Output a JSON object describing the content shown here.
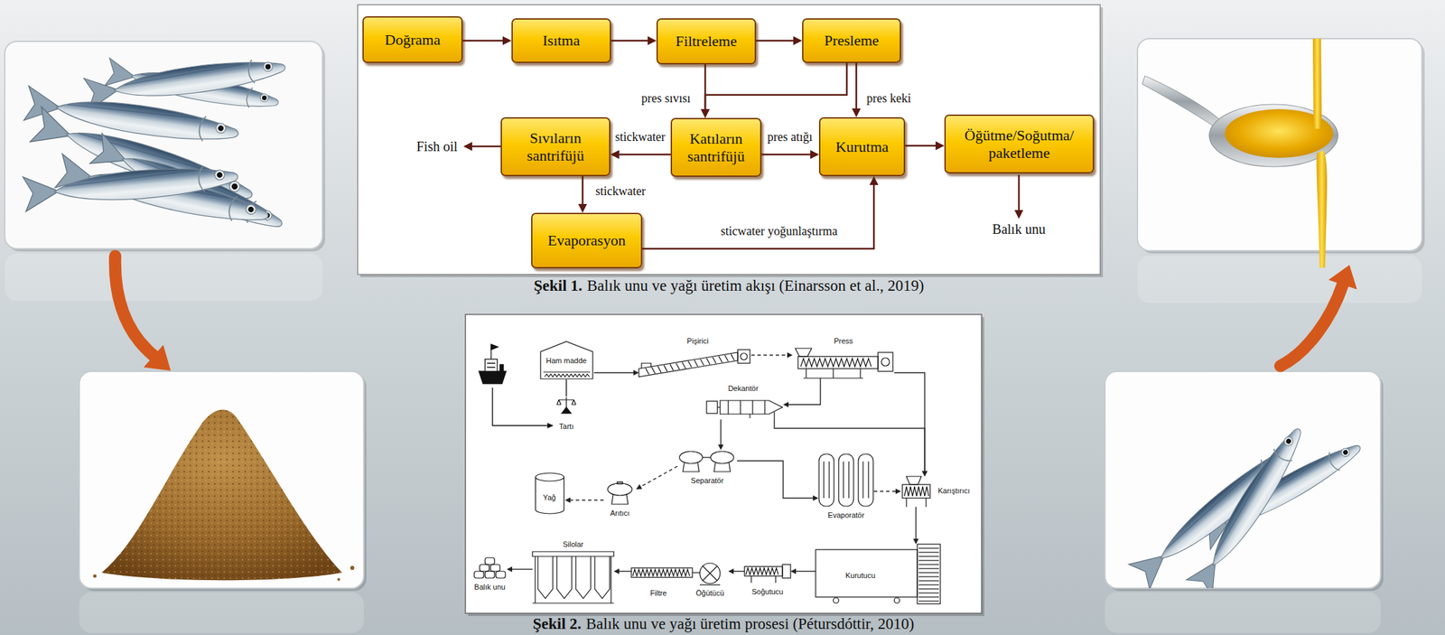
{
  "diagram": {
    "nodes": [
      {
        "text": [
          "Doğrama"
        ]
      },
      {
        "text": [
          "Isıtma"
        ]
      },
      {
        "text": [
          "Filtreleme"
        ]
      },
      {
        "text": [
          "Presleme"
        ]
      },
      {
        "text": [
          "Sıvıların santrifüjü"
        ]
      },
      {
        "text": [
          "Katıların santrifüjü"
        ]
      },
      {
        "text": [
          "Kurutma"
        ]
      },
      {
        "text": [
          "Öğütme/Soğutma/ paketleme"
        ]
      },
      {
        "text": [
          "Evaporasyon"
        ]
      },
      {
        "text": [
          "Ham madde"
        ]
      },
      {
        "text": [
          "Tartı"
        ]
      },
      {
        "text": [
          "Pişirici"
        ]
      },
      {
        "text": [
          "Press"
        ]
      },
      {
        "text": [
          "Dekantör"
        ]
      },
      {
        "text": [
          "Separatör"
        ]
      },
      {
        "text": [
          "Arıtıcı"
        ]
      },
      {
        "text": [
          "Yağ"
        ]
      },
      {
        "text": [
          "Evaporatör"
        ]
      },
      {
        "text": [
          "Karıştırıcı"
        ]
      },
      {
        "text": [
          "Kurutucu"
        ]
      },
      {
        "text": [
          "Soğutucu"
        ]
      },
      {
        "text": [
          "Filtre",
          "Öğütücü"
        ]
      },
      {
        "text": [
          "Silolar"
        ]
      },
      {
        "text": [
          "Balık unu"
        ]
      }
    ],
    "edges": [
      {
        "from": 0,
        "to": 1,
        "arrow": "to"
      },
      {
        "from": 1,
        "to": 2,
        "arrow": "to"
      },
      {
        "from": 2,
        "to": 3,
        "arrow": "to"
      },
      {
        "from": 2,
        "to": 5,
        "arrow": "to"
      },
      {
        "from": 3,
        "to": 5,
        "label": "pres sıvısı",
        "arrow": "to"
      },
      {
        "from": 3,
        "to": 6,
        "label": "pres keki",
        "arrow": "to"
      },
      {
        "from": 5,
        "to": 4,
        "label": "stickwater",
        "arrow": "to"
      },
      {
        "from": 5,
        "to": 6,
        "label": "pres atığı",
        "arrow": "to"
      },
      {
        "from": 4,
        "to": 8,
        "label": "stickwater",
        "arrow": "to"
      },
      {
        "from": 8,
        "to": 6,
        "label": "sticwater yoğunlaştırma",
        "arrow": "to"
      },
      {
        "from": 6,
        "to": 7,
        "arrow": "to"
      },
      {
        "from": 9,
        "to": 11,
        "arrow": "to"
      },
      {
        "from": 11,
        "to": 12,
        "arrow": "to"
      },
      {
        "from": 12,
        "to": 13,
        "arrow": "to"
      },
      {
        "from": 12,
        "to": 18,
        "arrow": "to"
      },
      {
        "from": 13,
        "to": 18,
        "arrow": "to"
      },
      {
        "from": 13,
        "to": 14,
        "arrow": "to"
      },
      {
        "from": 14,
        "to": 15,
        "arrow": "to"
      },
      {
        "from": 15,
        "to": 16,
        "arrow": "to"
      },
      {
        "from": 14,
        "to": 17,
        "arrow": "to"
      },
      {
        "from": 17,
        "to": 18,
        "arrow": "to"
      },
      {
        "from": 18,
        "to": 19,
        "arrow": "to"
      },
      {
        "from": 19,
        "to": 20,
        "arrow": "to"
      },
      {
        "from": 20,
        "to": 21,
        "arrow": "to"
      },
      {
        "from": 21,
        "to": 22,
        "arrow": "to"
      },
      {
        "from": 22,
        "to": 23,
        "arrow": "to"
      }
    ],
    "labels": [
      "Fish oil",
      "Balık unu",
      "Şekil 1.",
      "Balık unu ve yağı üretim akışı (Einarsson et al., 2019)",
      "Şekil 2.",
      "Balık unu ve yağı üretim prosesi (Pétursdóttir, 2010)"
    ]
  }
}
